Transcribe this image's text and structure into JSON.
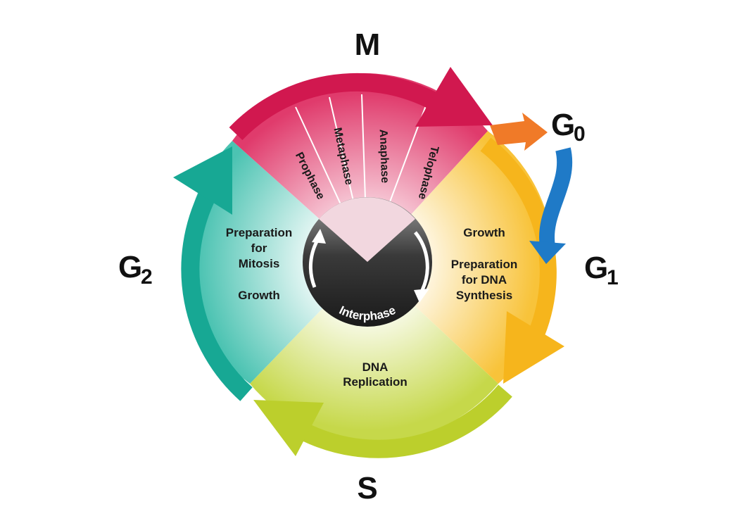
{
  "colors": {
    "m": "#d1184f",
    "g0": "#f07a28",
    "g0_return": "#1f7ac7",
    "g1": "#f6b51c",
    "s": "#bccf2c",
    "g2": "#17a894",
    "interphase_core": "#2b2b2b"
  },
  "phases": {
    "m": {
      "label": "M"
    },
    "g0": {
      "label": "G",
      "subscript": "0"
    },
    "g1": {
      "label": "G",
      "subscript": "1",
      "lines": [
        "Growth",
        "",
        "Preparation",
        "for DNA",
        "Synthesis"
      ]
    },
    "s": {
      "label": "S",
      "lines": [
        "DNA",
        "Replication"
      ]
    },
    "g2": {
      "label": "G",
      "subscript": "2",
      "lines": [
        "Preparation",
        "for",
        "Mitosis",
        "",
        "Growth"
      ]
    }
  },
  "mitosis_stages": [
    "Prophase",
    "Metaphase",
    "Anaphase",
    "Telophase"
  ],
  "interphase_label": "Interphase"
}
